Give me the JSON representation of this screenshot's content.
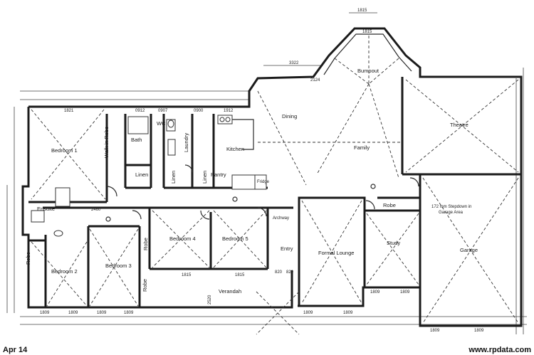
{
  "footer": {
    "date": "Apr 14",
    "source": "www.rpdata.com"
  },
  "rooms": {
    "bedroom1": "Bedroom 1",
    "walk_in_robe": "Walk in Robe",
    "bath": "Bath",
    "wc": "WC",
    "laundry": "Laundry",
    "linen1": "Linen",
    "linen2": "Linen",
    "linen3": "Linen",
    "kitchen": "Kitchen",
    "pantry": "Pantry",
    "fridge": "Fridge",
    "dining": "Dining",
    "family": "Family",
    "bumpout": "Bumpout",
    "theatre": "Theatre",
    "ensuite": "Ensuite",
    "robe1": "Robe",
    "robe2": "Robe",
    "robe3": "Robe",
    "robe4": "Robe",
    "bedroom2": "Bedroom 2",
    "bedroom3": "Bedroom 3",
    "bedroom4": "Bedroom 4",
    "bedroom5": "Bedroom 5",
    "entry": "Entry",
    "formal_lounge": "Formal Lounge",
    "study": "Study",
    "garage": "Garage",
    "verandah": "Verandah",
    "archway": "Archway",
    "stepdown_note_1": "172 mm Stepdown in",
    "stepdown_note_2": "Garage Area"
  },
  "dimensions": {
    "top_1": "1821",
    "top_2": "0912",
    "top_3": "0907",
    "top_4": "0900",
    "top_5": "1912",
    "bump_1": "3322",
    "bump_2": "1815",
    "bump_3": "2124",
    "bump_4": "1815",
    "hall_1": "2460",
    "hall_2": "1815",
    "hall_3": "1815",
    "hall_4": "820",
    "hall_5": "820",
    "bot_1": "1809",
    "bot_2": "1809",
    "bot_3": "1809",
    "bot_4": "1809",
    "bot_5": "1809",
    "bot_6": "1809",
    "bot_7": "1809",
    "bot_8": "1809",
    "bot_9": "1809",
    "bot_10": "1809",
    "ver_1": "2520"
  }
}
